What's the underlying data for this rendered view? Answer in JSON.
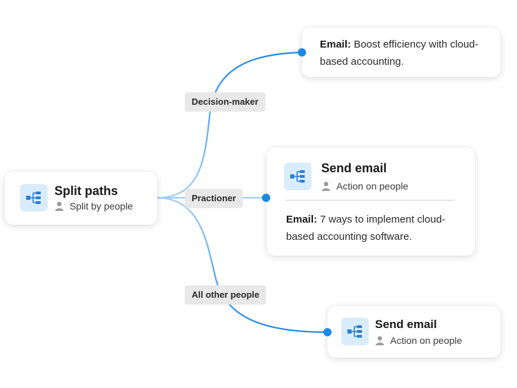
{
  "colors": {
    "accent": "#1e88e5",
    "connector_light": "#90c8f5",
    "icon_bg": "#d9ecfb",
    "pill_bg": "#e8e8e8"
  },
  "split_node": {
    "icon": "split-paths-icon",
    "title": "Split paths",
    "subtitle": "Split by people",
    "subtitle_icon": "person-icon"
  },
  "branches": [
    {
      "label": "Decision-maker"
    },
    {
      "label": "Practioner"
    },
    {
      "label": "All other people"
    }
  ],
  "email_card_top": {
    "label": "Email:",
    "text": "Boost efficiency with cloud-based accounting."
  },
  "send_email_card_middle": {
    "icon": "split-paths-icon",
    "title": "Send email",
    "subtitle": "Action on people",
    "subtitle_icon": "person-icon",
    "email_label": "Email:",
    "email_text": "7 ways to implement cloud-based accounting software."
  },
  "send_email_card_bottom": {
    "icon": "split-paths-icon",
    "title": "Send email",
    "subtitle": "Action on people",
    "subtitle_icon": "person-icon"
  }
}
